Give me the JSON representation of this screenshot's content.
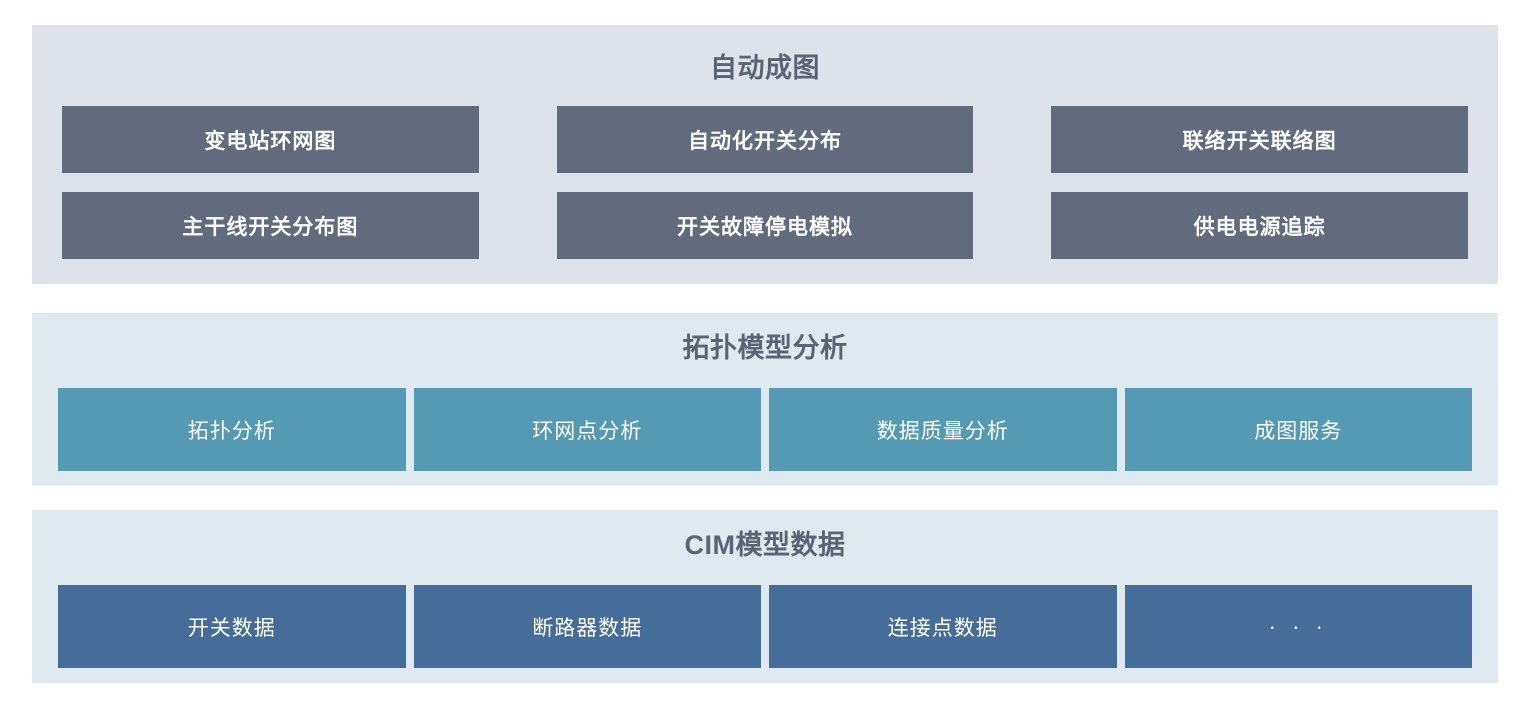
{
  "sections": [
    {
      "id": "automap",
      "title": "自动成图",
      "background": "#dee2eb",
      "tile_color": "#616b7b",
      "rows": [
        [
          {
            "label": "变电站环网图"
          },
          {
            "label": "自动化开关分布"
          },
          {
            "label": "联络开关联络图"
          }
        ],
        [
          {
            "label": "主干线开关分布图"
          },
          {
            "label": "开关故障停电模拟"
          },
          {
            "label": "供电电源追踪"
          }
        ]
      ]
    },
    {
      "id": "topology",
      "title": "拓扑模型分析",
      "background": "#deeaf0",
      "tile_color": "#559ab5",
      "rows": [
        [
          {
            "label": "拓扑分析"
          },
          {
            "label": "环网点分析"
          },
          {
            "label": "数据质量分析"
          },
          {
            "label": "成图服务"
          }
        ]
      ]
    },
    {
      "id": "cim",
      "title": "CIM模型数据",
      "background": "#deeaf0",
      "tile_color": "#456d99",
      "rows": [
        [
          {
            "label": "开关数据"
          },
          {
            "label": "断路器数据"
          },
          {
            "label": "连接点数据"
          },
          {
            "label": "· · ·"
          }
        ]
      ]
    }
  ],
  "palette": {
    "page_background": "#ffffff",
    "title_color": "#5b6473",
    "tile_text_color": "#ffffff"
  }
}
